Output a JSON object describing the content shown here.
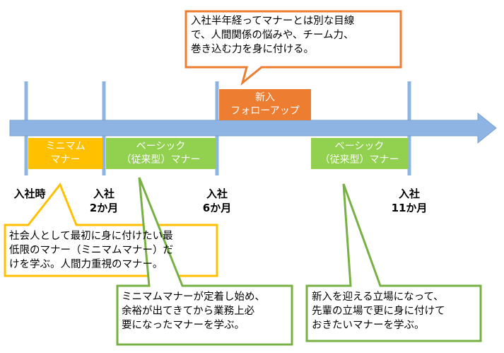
{
  "colors": {
    "arrow": "#8eb4e3",
    "tick": "#8eb4e3",
    "orange_box": "#ffc000",
    "green_box": "#92d050",
    "follow_box": "#ed7d31",
    "callout_orange": "#ed7d31",
    "callout_yellow": "#ffc000",
    "callout_green": "#77b043"
  },
  "phases": {
    "minimum": "ミニマム\nマナー",
    "basic_1": "ベーシック\n（従来型）マナー",
    "follow": "新入\nフォローアップ",
    "basic_2": "ベーシック\n（従来型）マナー"
  },
  "milestones": {
    "m0": "入社時",
    "m2": "入社\n2か月",
    "m6": "入社\n6か月",
    "m11": "入社\n11か月"
  },
  "callouts": {
    "follow_note": "入社半年経ってマナーとは別な目線\nで、人間関係の悩みや、チーム力、\n巻き込む力を身に付ける。",
    "minimum_note": "社会人として最初に身に付けたい最\n低限のマナー（ミニマムマナー）だ\nけを学ぶ。人間力重視のマナー。",
    "basic1_note": "ミニマムマナーが定着し始め、\n余裕が出てきてから業務上必\n要になったマナーを学ぶ。",
    "basic2_note": "新入を迎える立場になって、\n先輩の立場で更に身に付けて\nおきたいマナーを学ぶ。"
  }
}
